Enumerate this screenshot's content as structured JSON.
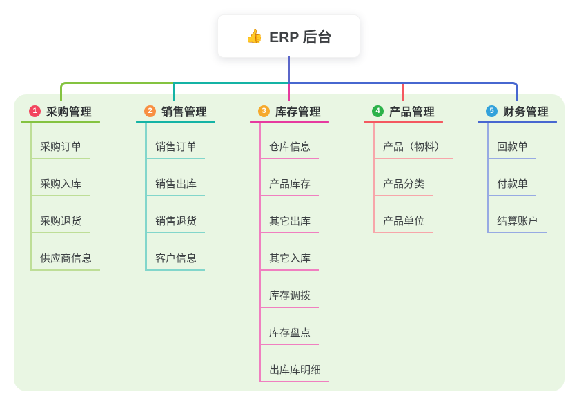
{
  "root": {
    "icon": "👍",
    "label": "ERP 后台"
  },
  "colors": {
    "page_bg": "#ffffff",
    "panel_bg": "#e9f6e3",
    "root_card_bg": "#ffffff",
    "root_text": "#3d4043",
    "root_line": "#5b66c9",
    "topic_text": "#2f3235",
    "child_text": "#3c4043"
  },
  "branches": [
    {
      "num": "1",
      "label": "采购管理",
      "badge_color": "#f2455e",
      "line_color": "#84c340",
      "child_line_color": "#bede97",
      "children": [
        "采购订单",
        "采购入库",
        "采购退货",
        "供应商信息"
      ]
    },
    {
      "num": "2",
      "label": "销售管理",
      "badge_color": "#f88f42",
      "line_color": "#14b3a5",
      "child_line_color": "#82d6cb",
      "children": [
        "销售订单",
        "销售出库",
        "销售退货",
        "客户信息"
      ]
    },
    {
      "num": "3",
      "label": "库存管理",
      "badge_color": "#f6a92c",
      "line_color": "#e63a9f",
      "child_line_color": "#f07fc0",
      "children": [
        "仓库信息",
        "产品库存",
        "其它出库",
        "其它入库",
        "库存调拨",
        "库存盘点",
        "出库库明细"
      ]
    },
    {
      "num": "4",
      "label": "产品管理",
      "badge_color": "#2cb24a",
      "line_color": "#f45860",
      "child_line_color": "#f7a6aa",
      "children": [
        "产品（物料）",
        "产品分类",
        "产品单位"
      ]
    },
    {
      "num": "5",
      "label": "财务管理",
      "badge_color": "#33a2db",
      "line_color": "#4767d0",
      "child_line_color": "#97aae3",
      "children": [
        "回款单",
        "付款单",
        "结算账户"
      ]
    }
  ]
}
